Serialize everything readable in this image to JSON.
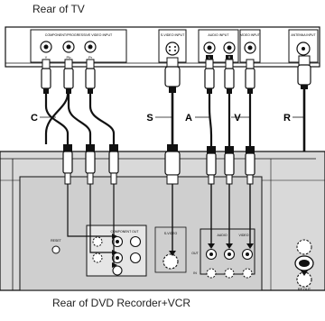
{
  "top_caption": "Rear of TV",
  "bottom_caption": "Rear of DVD Recorder+VCR",
  "tv_panels": {
    "component": "COMPONENT/PROGRESSIVE VIDEO INPUT",
    "component_jacks": [
      "Y",
      "Pb",
      "Pr"
    ],
    "svideo": "S-VIDEO INPUT",
    "audio": "AUDIO INPUT",
    "audio_jacks": [
      "L",
      "R"
    ],
    "video": "VIDEO INPUT",
    "antenna": "ANTENNA INPUT"
  },
  "cable_labels": {
    "c": "C",
    "s": "S",
    "a": "A",
    "v": "V",
    "r": "R"
  },
  "recorder_labels": {
    "component_out": "COMPONENT OUT",
    "svideo_out": "S-VIDEO",
    "audio_out": "AUDIO",
    "video_out": "VIDEO",
    "out": "OUT",
    "in": "IN",
    "reset": "RESET",
    "rf_out": "RF.OUT"
  },
  "colors": {
    "line": "#111111",
    "panel_fill": "#ffffff",
    "recorder_fill": "#dcdcdc",
    "recorder_inner": "#c8c8c8",
    "cable": "#111111",
    "plug_fill": "#ffffff"
  }
}
